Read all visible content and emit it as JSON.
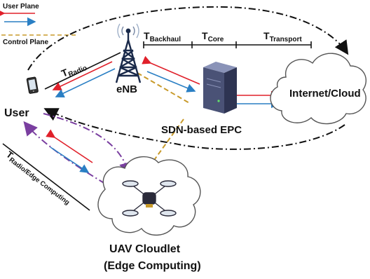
{
  "legend": {
    "user_plane": "User Plane",
    "control_plane": "Control Plane"
  },
  "nodes": {
    "user": "User",
    "enb": "eNB",
    "epc": "SDN-based EPC",
    "cloud": "Internet/Cloud",
    "uav_line1": "UAV Cloudlet",
    "uav_line2": "(Edge Computing)"
  },
  "latency_segments": {
    "radio": {
      "main": "T",
      "sub": "Radio"
    },
    "backhaul": {
      "main": "T",
      "sub": "Backhaul"
    },
    "core": {
      "main": "T",
      "sub": "Core"
    },
    "transport": {
      "main": "T",
      "sub": "Transport"
    },
    "radio_edge": {
      "main": "T",
      "sub": "Radio/Edge Computing"
    }
  },
  "colors": {
    "uplink": "#e0202a",
    "downlink": "#2a7fc4",
    "control": "#c89a2a",
    "edge_path": "#7a3fa0",
    "tower": "#1a2a4a",
    "server": "#4a5276"
  },
  "icons": [
    "smartphone-icon",
    "antenna-tower-icon",
    "server-icon",
    "cloud-icon",
    "drone-icon"
  ]
}
